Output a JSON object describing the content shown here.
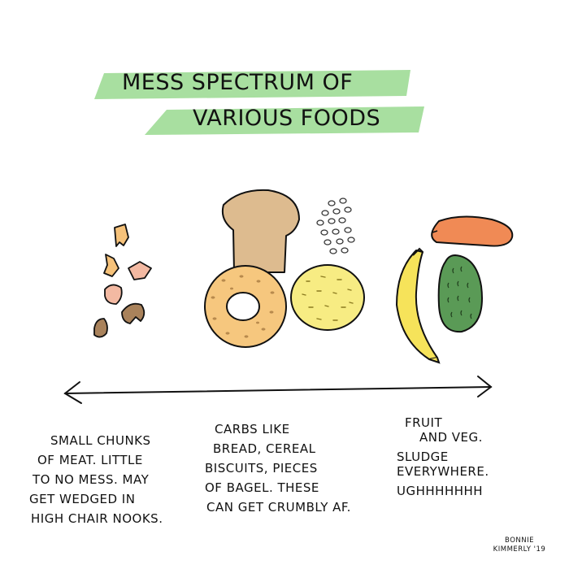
{
  "title": {
    "line1": "MESS SPECTRUM OF",
    "line2": "VARIOUS FOODS",
    "highlight_color": "#a8dfa0"
  },
  "notes": {
    "left": [
      "SMALL CHUNKS",
      "OF MEAT. LITTLE",
      "TO NO MESS. MAY",
      "GET WEDGED IN",
      "HIGH CHAIR NOOKS."
    ],
    "middle": [
      "CARBS LIKE",
      "BREAD, CEREAL",
      "BISCUITS, PIECES",
      "OF BAGEL. THESE",
      "CAN GET CRUMBLY AF."
    ],
    "right": [
      "FRUIT",
      "AND VEG.",
      "SLUDGE",
      "EVERYWHERE.",
      "UGHHHHHHH"
    ]
  },
  "signature": [
    "BONNIE",
    "KIMMERLY '19"
  ],
  "colors": {
    "meat": "#f3b9a2",
    "meat_dark": "#a9825b",
    "meat_orange": "#f6c27a",
    "bread": "#ddbb8f",
    "bagel": "#f6c77e",
    "biscuit": "#f7ec83",
    "banana": "#f6e35a",
    "carrot": "#f08a55",
    "avocado": "#5a9a56",
    "ink": "#111111"
  }
}
